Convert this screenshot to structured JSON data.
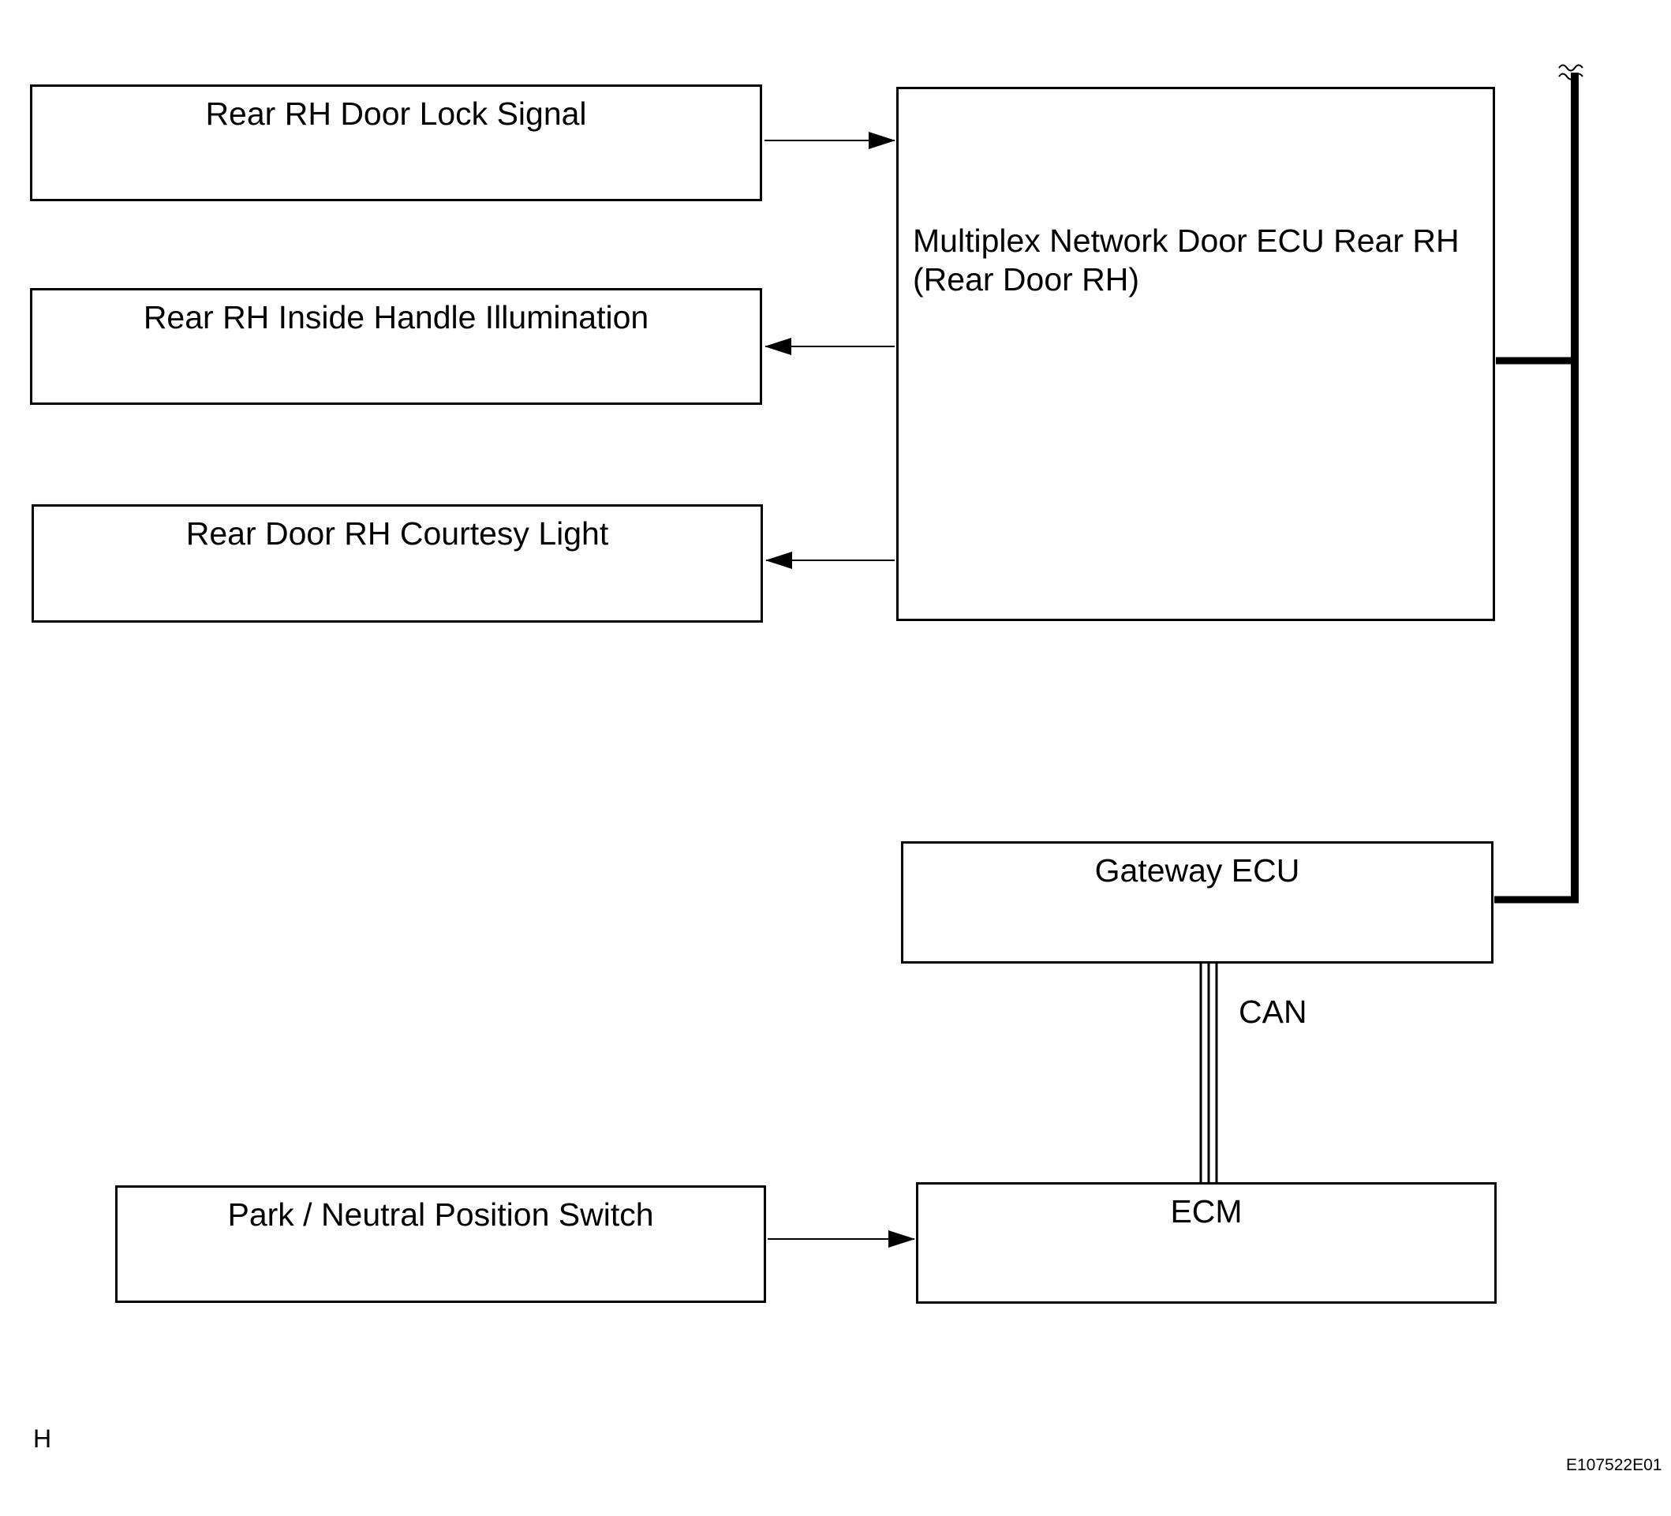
{
  "diagram": {
    "boxes": {
      "rear_door_lock_signal": "Rear RH Door Lock Signal",
      "inside_handle_illumination": "Rear RH Inside Handle Illumination",
      "courtesy_light": "Rear Door RH Courtesy Light",
      "door_ecu_line1": "Multiplex Network Door ECU Rear RH",
      "door_ecu_line2": "(Rear Door RH)",
      "gateway_ecu": "Gateway ECU",
      "park_neutral_switch": "Park / Neutral Position Switch",
      "ecm": "ECM"
    },
    "bus_label": "CAN",
    "corner_mark": "H",
    "figure_code": "E107522E01"
  }
}
